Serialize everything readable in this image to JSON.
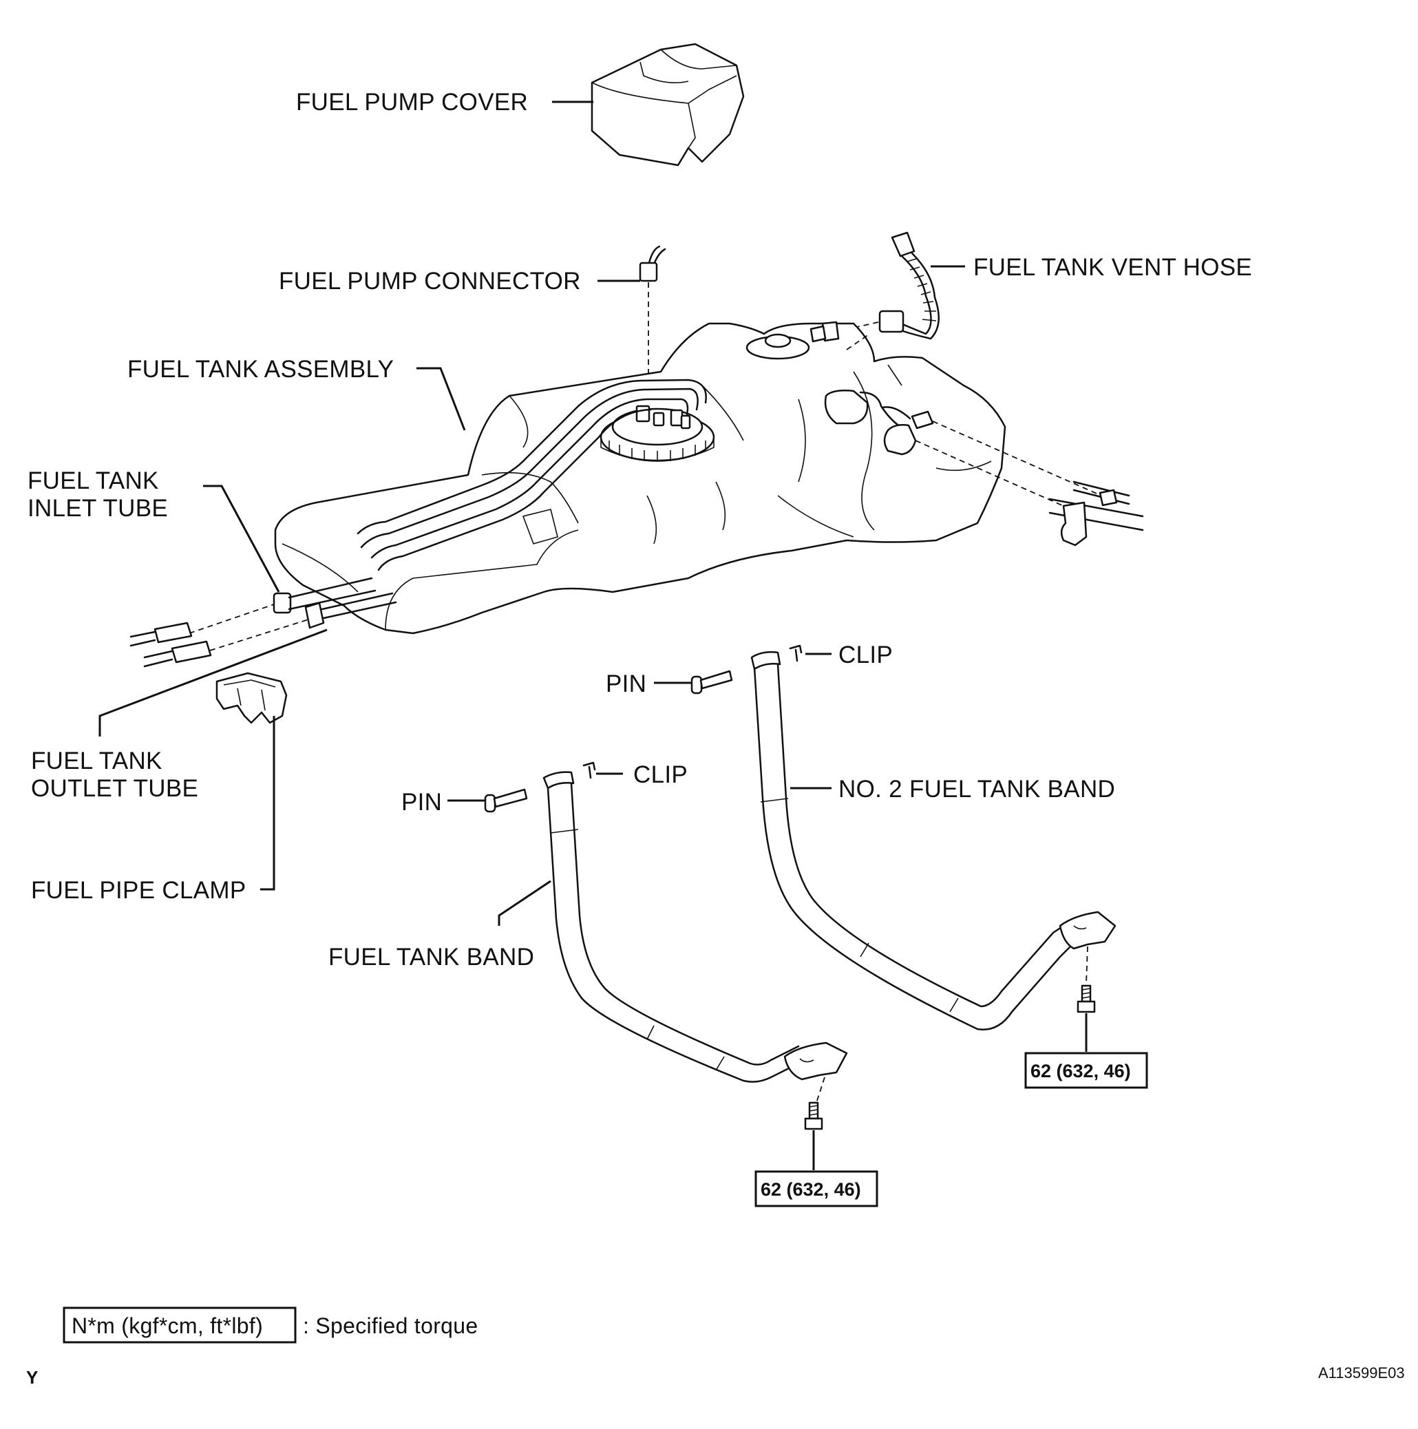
{
  "labels": {
    "fuel_pump_cover": "FUEL PUMP COVER",
    "fuel_pump_connector": "FUEL PUMP CONNECTOR",
    "fuel_tank_vent_hose": "FUEL TANK VENT HOSE",
    "fuel_tank_assembly": "FUEL TANK ASSEMBLY",
    "fuel_tank_inlet_tube_1": "FUEL TANK",
    "fuel_tank_inlet_tube_2": "INLET TUBE",
    "fuel_tank_outlet_tube_1": "FUEL TANK",
    "fuel_tank_outlet_tube_2": "OUTLET TUBE",
    "fuel_pipe_clamp": "FUEL PIPE CLAMP",
    "pin_upper": "PIN",
    "clip_upper": "CLIP",
    "pin_lower": "PIN",
    "clip_lower": "CLIP",
    "no2_fuel_tank_band": "NO. 2 FUEL TANK BAND",
    "fuel_tank_band": "FUEL TANK BAND"
  },
  "torque": {
    "right_bolt": "62 (632, 46)",
    "left_bolt": "62 (632, 46)"
  },
  "legend": {
    "unit_box": "N*m (kgf*cm, ft*lbf)",
    "description": ": Specified torque"
  },
  "footer": {
    "corner_mark": "Y",
    "figure_id": "A113599E03"
  }
}
